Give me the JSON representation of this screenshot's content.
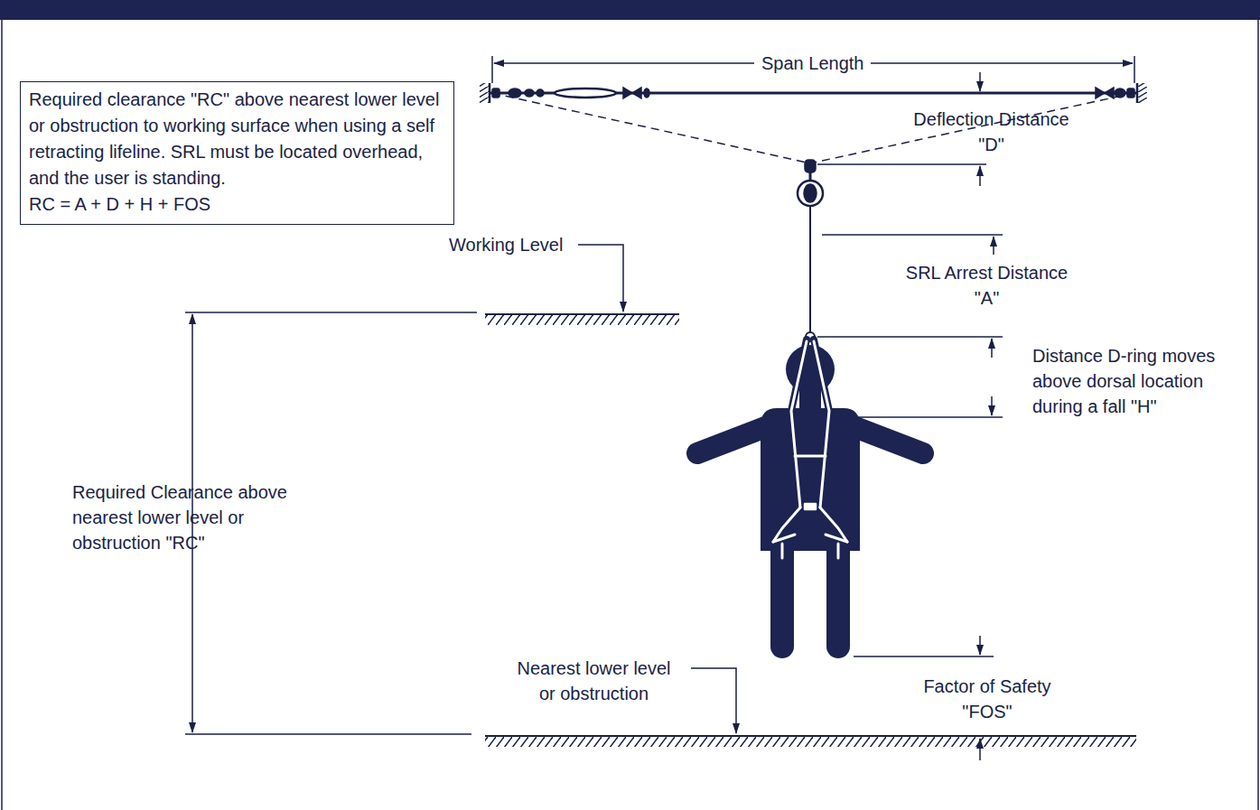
{
  "diagram": {
    "nodes": [
      {
        "text": [
          "Required clearance \"RC\" above nearest lower level or obstruction to working surface when using a self retracting lifeline. SRL must be located overhead, and the user is standing.",
          "RC = A + D + H + FOS"
        ]
      }
    ],
    "labels": [
      "Span Length",
      "Deflection Distance \"D\"",
      "SRL Arrest Distance \"A\"",
      "Working Level",
      "Distance D-ring moves above dorsal location during a fall \"H\"",
      "Required Clearance above nearest lower level or obstruction \"RC\"",
      "Nearest lower level or obstruction",
      "Factor of Safety \"FOS\""
    ]
  }
}
